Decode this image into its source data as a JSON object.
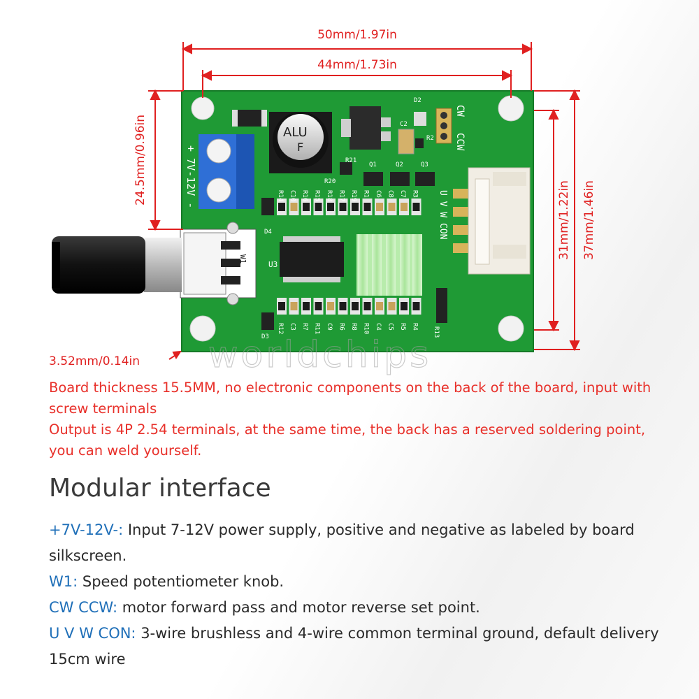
{
  "dimensions": {
    "width_total": "50mm/1.97in",
    "width_holes": "44mm/1.73in",
    "height_left": "24.5mm/0.96in",
    "height_inner": "31mm/1.22in",
    "height_total": "37mm/1.46in",
    "shaft_offset": "3.52mm/0.14in"
  },
  "silkscreen": {
    "power": "+ 7V-12V -",
    "cw": "CW",
    "ccw": "CCW",
    "uvw": "U V W CON",
    "w1": "W1",
    "u3": "U3",
    "d2": "D2",
    "d3": "D3",
    "d4": "D4",
    "c2": "C2",
    "r2": "R2",
    "r13": "R13",
    "r20": "R20",
    "r21": "R21",
    "q1": "Q1",
    "q2": "Q2",
    "q3": "Q3",
    "cap_top": "ALU",
    "cap_bottom": "F",
    "top_row": [
      "R14",
      "C10",
      "R16",
      "R15",
      "R18",
      "R17",
      "R19",
      "R1",
      "C6",
      "C8",
      "C7",
      "R3"
    ],
    "bottom_row": [
      "R12",
      "C3",
      "R7",
      "R11",
      "C9",
      "R6",
      "R8",
      "R10",
      "C4",
      "C5",
      "R5",
      "R4"
    ]
  },
  "watermark": "worldchips",
  "notes": [
    "Board thickness 15.5MM, no electronic components on the back of the board, input with screw terminals",
    "Output is 4P 2.54 terminals, at the same time, the back has a reserved soldering point, you can weld yourself."
  ],
  "heading": "Modular interface",
  "interface": [
    {
      "key": "+7V-12V-:",
      "text": " Input 7-12V power supply, positive and negative as labeled by board silkscreen."
    },
    {
      "key": "W1:",
      "text": " Speed potentiometer knob."
    },
    {
      "key": "CW CCW:",
      "text": " motor forward pass and motor reverse set point."
    },
    {
      "key": "U V W CON:",
      "text": " 3-wire brushless and 4-wire common terminal ground, default delivery 15cm wire"
    }
  ],
  "colors": {
    "pcb": "#1f9a35",
    "dimension": "#e02020",
    "accent_blue": "#1f6fb8",
    "terminal_block": "#2f6fd6"
  }
}
